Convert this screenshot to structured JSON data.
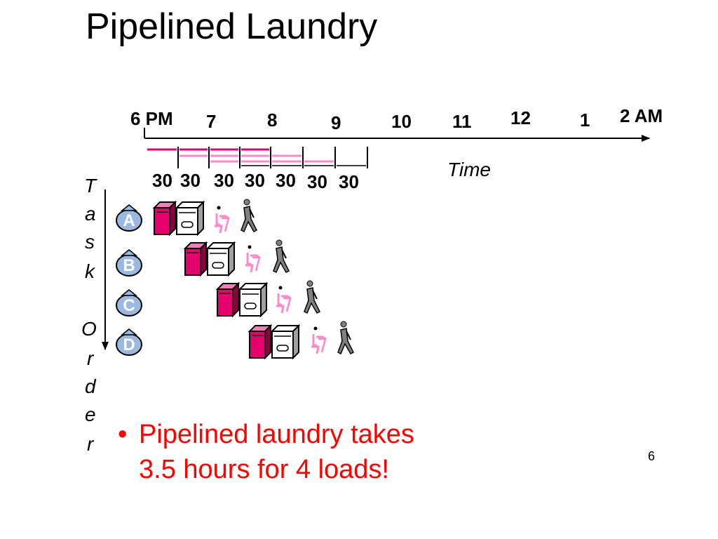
{
  "slide": {
    "title": "Pipelined Laundry",
    "number": "6"
  },
  "timeline": {
    "hours": [
      "6 PM",
      "7",
      "8",
      "9",
      "10",
      "11",
      "12",
      "1",
      "2 AM"
    ],
    "axis_label": "Time",
    "segment_minutes": [
      "30",
      "30",
      "30",
      "30",
      "30",
      "30",
      "30"
    ]
  },
  "task_axis": {
    "letters": [
      "T",
      "a",
      "s",
      "k",
      "O",
      "r",
      "d",
      "e",
      "r"
    ]
  },
  "tasks": [
    {
      "label": "A"
    },
    {
      "label": "B"
    },
    {
      "label": "C"
    },
    {
      "label": "D"
    }
  ],
  "stage_icons": [
    "washer-icon",
    "dryer-icon",
    "folder-icon",
    "stasher-icon"
  ],
  "bullet": {
    "line1": "Pipelined laundry takes",
    "line2": "3.5 hours for 4 loads!"
  },
  "colors": {
    "accent": "#ff0000",
    "washer": "#e6006e",
    "folder": "#ff88cc",
    "bag": "#9ab8e0",
    "walker": "#808080"
  }
}
